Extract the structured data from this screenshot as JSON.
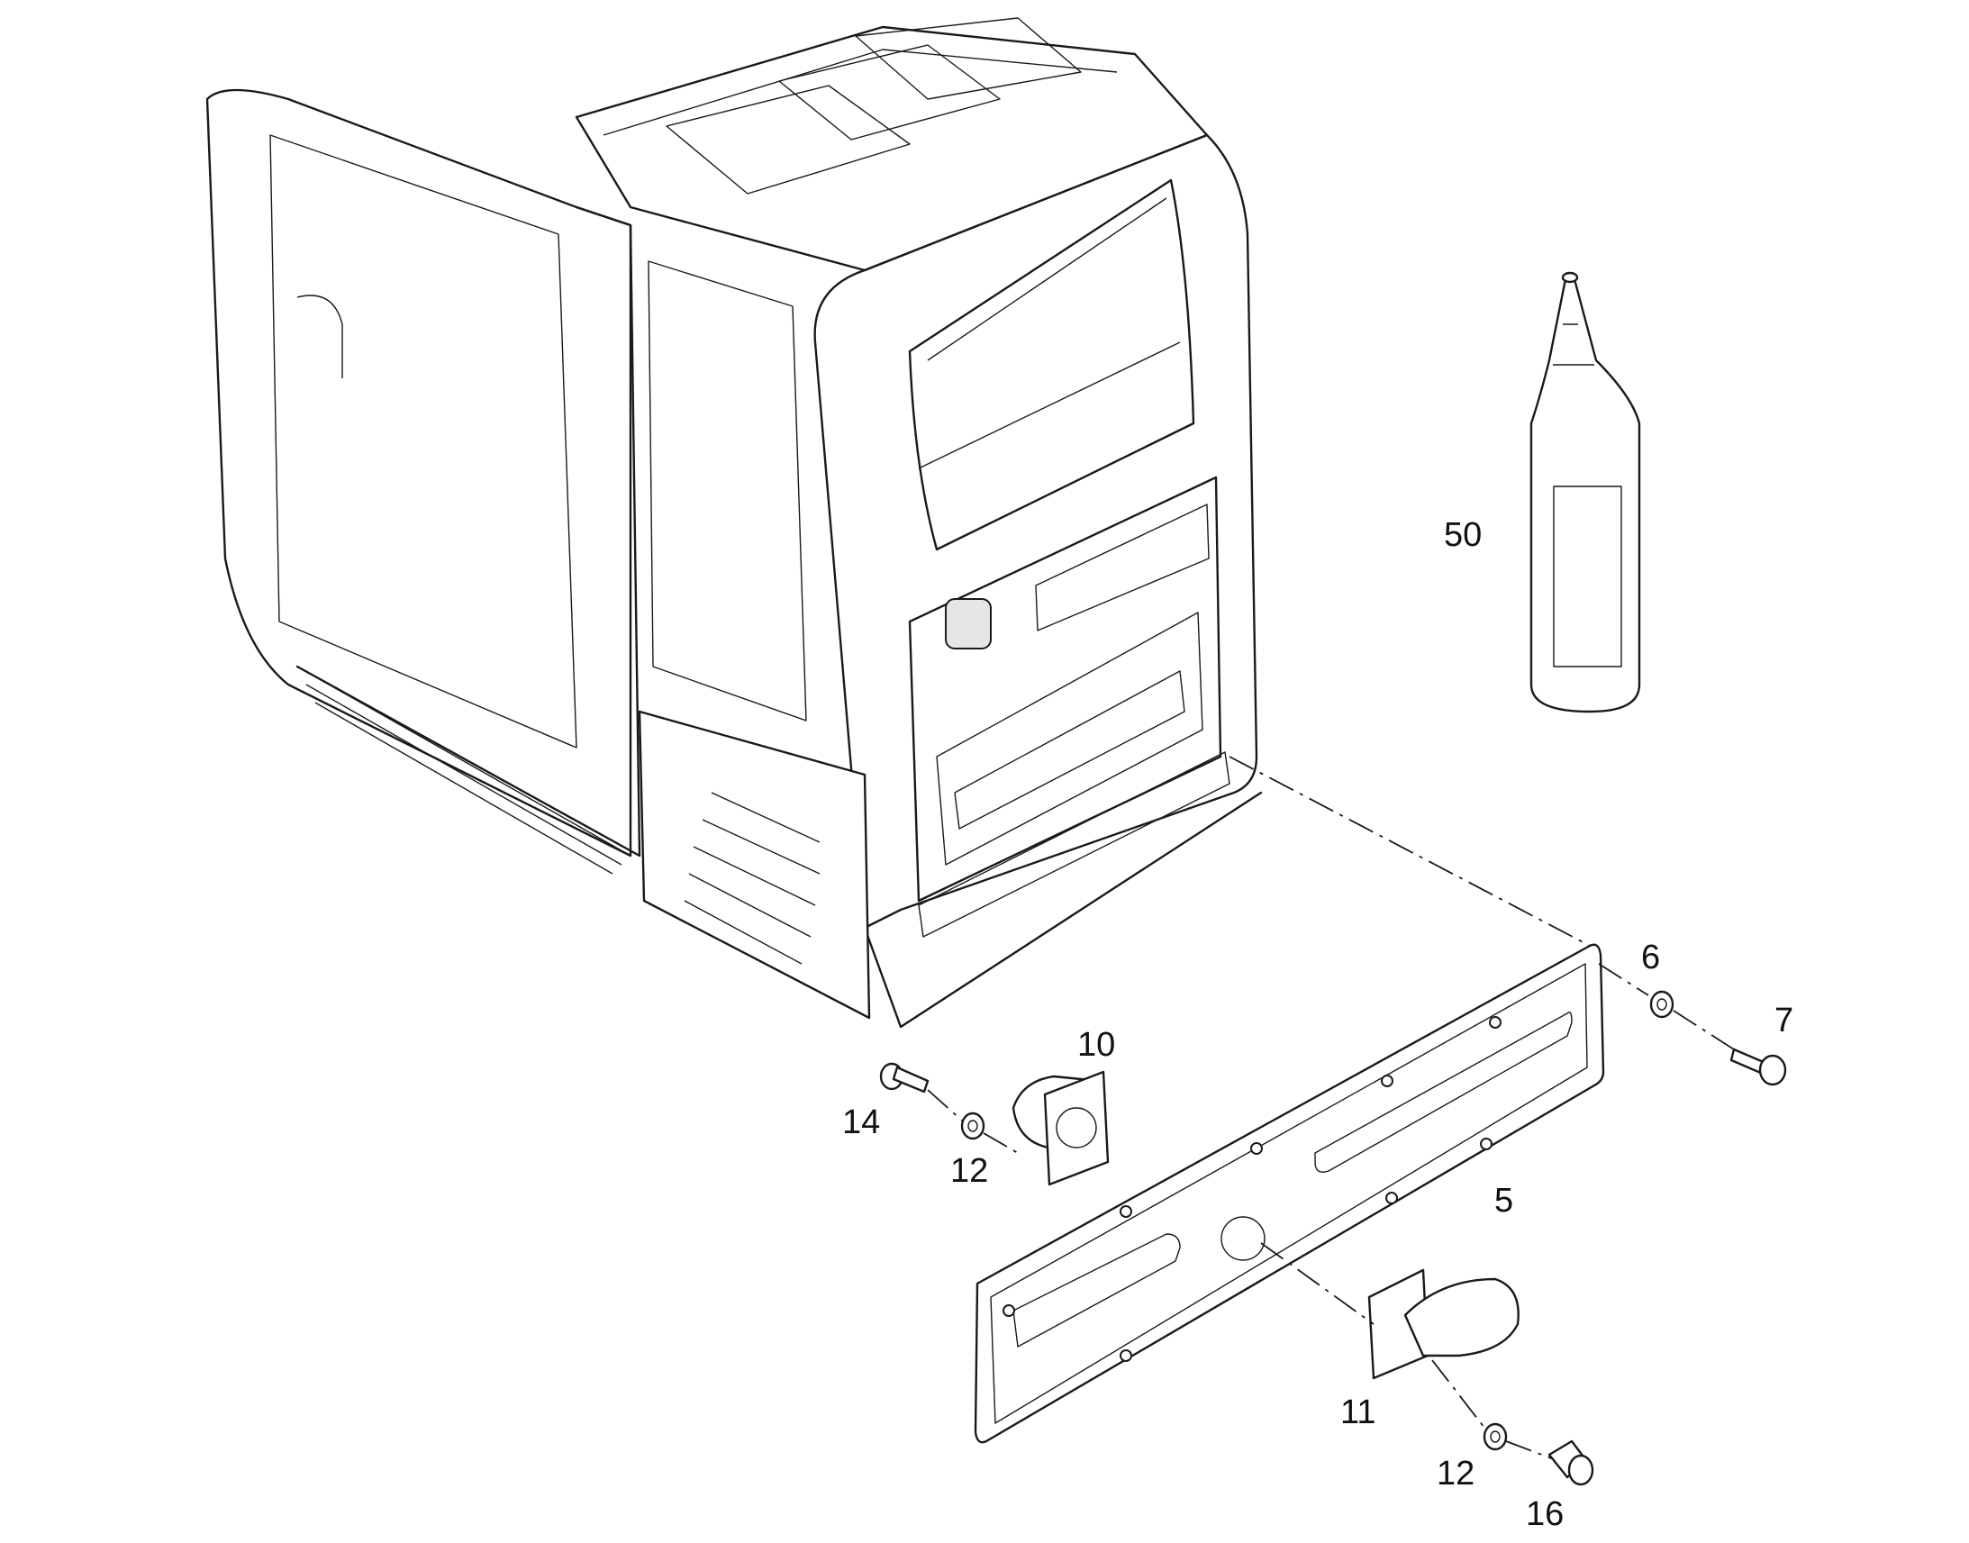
{
  "callouts": {
    "c50": "50",
    "c6": "6",
    "c7": "7",
    "c10": "10",
    "c14": "14",
    "c12a": "12",
    "c5": "5",
    "c11": "11",
    "c12b": "12",
    "c16": "16"
  }
}
